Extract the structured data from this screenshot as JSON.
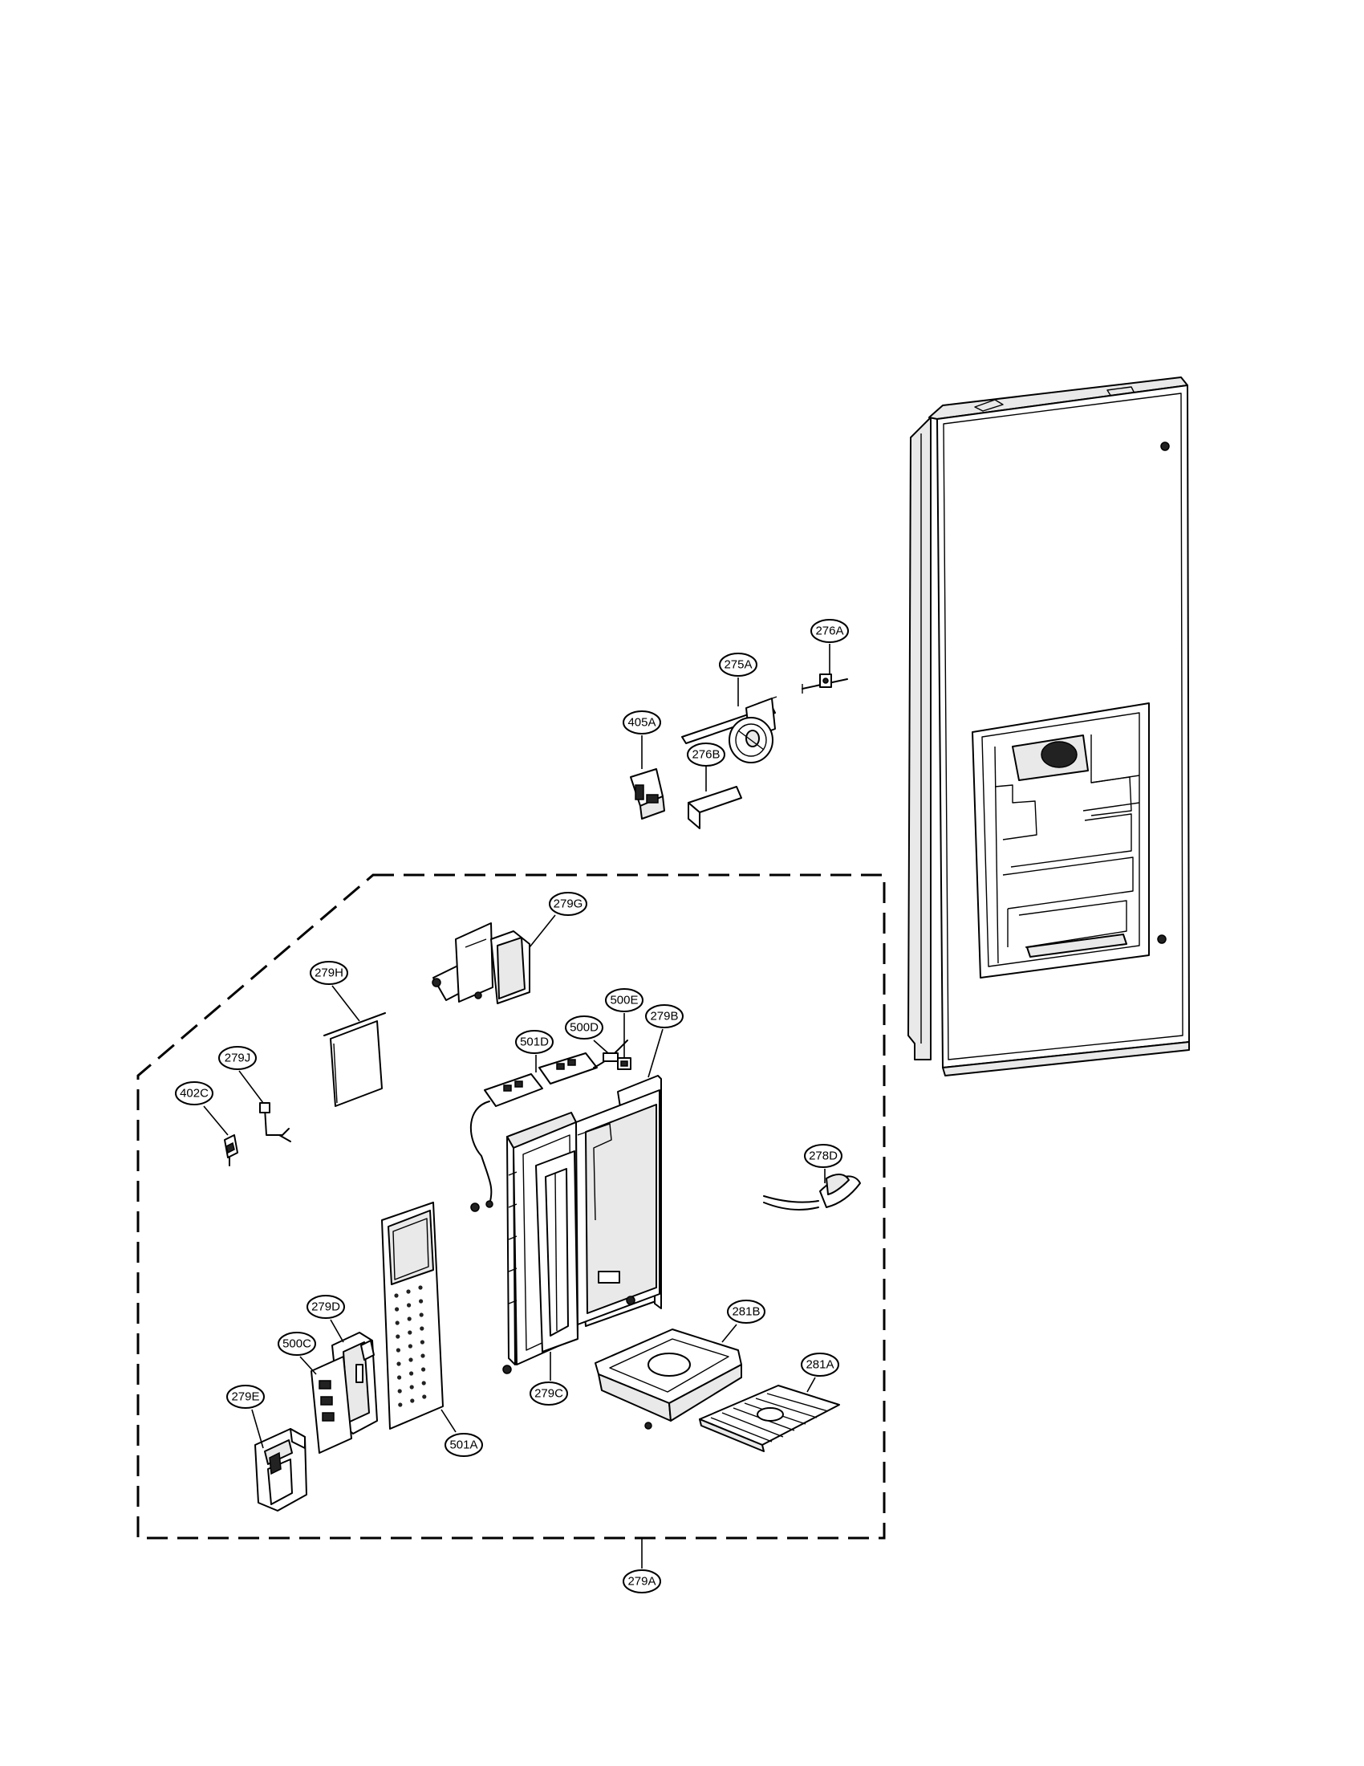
{
  "callouts": {
    "c276A": "276A",
    "c275A": "275A",
    "c405A": "405A",
    "c276B": "276B",
    "c279G": "279G",
    "c279H": "279H",
    "c500E": "500E",
    "c279B": "279B",
    "c500D": "500D",
    "c501D": "501D",
    "c279J": "279J",
    "c402C": "402C",
    "c278D": "278D",
    "c281B": "281B",
    "c279D": "279D",
    "c281A": "281A",
    "c500C": "500C",
    "c279E": "279E",
    "c501A": "501A",
    "c279C": "279C",
    "c279A": "279A"
  },
  "colors": {
    "line": "#000000",
    "background": "#ffffff",
    "shade": "#e9e9e9"
  }
}
